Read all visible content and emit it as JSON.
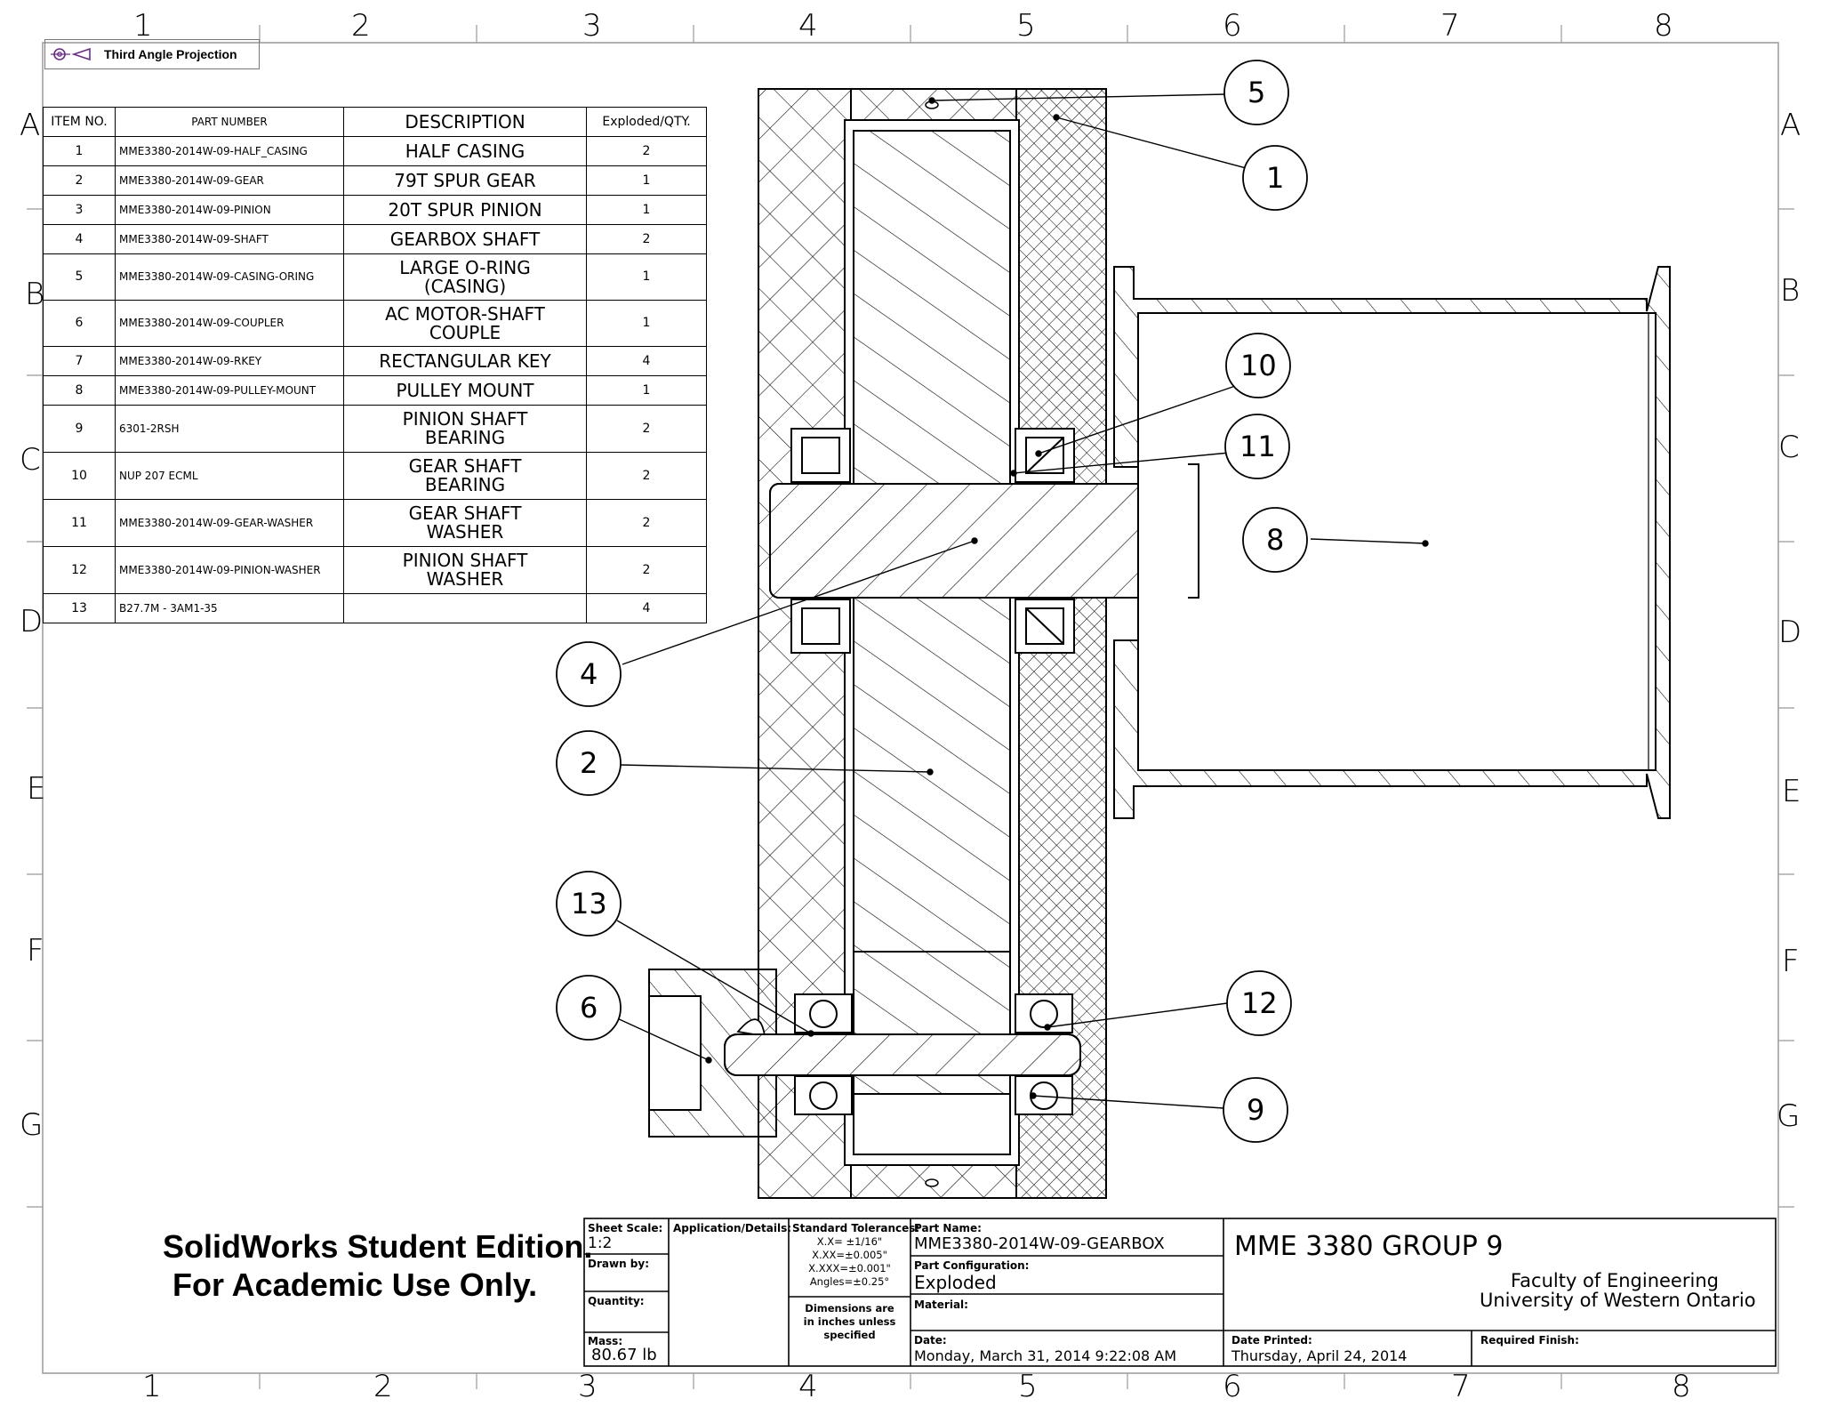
{
  "projection": {
    "label": "Third Angle Projection",
    "symbol_icon": "third-angle-projection-icon"
  },
  "zones": {
    "columns_top": [
      "1",
      "2",
      "3",
      "4",
      "5",
      "6",
      "7",
      "8"
    ],
    "columns_bottom": [
      "1",
      "2",
      "3",
      "4",
      "5",
      "6",
      "7",
      "8"
    ],
    "rows_left": [
      "A",
      "B",
      "C",
      "D",
      "E",
      "F",
      "G"
    ],
    "rows_right": [
      "A",
      "B",
      "C",
      "D",
      "E",
      "F",
      "G"
    ]
  },
  "bom": {
    "headers": [
      "ITEM NO.",
      "PART NUMBER",
      "DESCRIPTION",
      "Exploded/QTY."
    ],
    "rows": [
      {
        "item": "1",
        "part": "MME3380-2014W-09-HALF_CASING",
        "desc": "HALF CASING",
        "qty": "2"
      },
      {
        "item": "2",
        "part": "MME3380-2014W-09-GEAR",
        "desc": "79T SPUR GEAR",
        "qty": "1"
      },
      {
        "item": "3",
        "part": "MME3380-2014W-09-PINION",
        "desc": "20T SPUR PINION",
        "qty": "1"
      },
      {
        "item": "4",
        "part": "MME3380-2014W-09-SHAFT",
        "desc": "GEARBOX SHAFT",
        "qty": "2"
      },
      {
        "item": "5",
        "part": "MME3380-2014W-09-CASING-ORING",
        "desc": "LARGE O-RING (CASING)",
        "qty": "1"
      },
      {
        "item": "6",
        "part": "MME3380-2014W-09-COUPLER",
        "desc": "AC MOTOR-SHAFT COUPLE",
        "qty": "1"
      },
      {
        "item": "7",
        "part": "MME3380-2014W-09-RKEY",
        "desc": "RECTANGULAR KEY",
        "qty": "4"
      },
      {
        "item": "8",
        "part": "MME3380-2014W-09-PULLEY-MOUNT",
        "desc": "PULLEY MOUNT",
        "qty": "1"
      },
      {
        "item": "9",
        "part": "6301-2RSH",
        "desc": "PINION SHAFT BEARING",
        "qty": "2"
      },
      {
        "item": "10",
        "part": "NUP 207 ECML",
        "desc": "GEAR SHAFT BEARING",
        "qty": "2"
      },
      {
        "item": "11",
        "part": "MME3380-2014W-09-GEAR-WASHER",
        "desc": "GEAR SHAFT WASHER",
        "qty": "2"
      },
      {
        "item": "12",
        "part": "MME3380-2014W-09-PINION-WASHER",
        "desc": "PINION SHAFT WASHER",
        "qty": "2"
      },
      {
        "item": "13",
        "part": "B27.7M - 3AM1-35",
        "desc": "",
        "qty": "4"
      }
    ]
  },
  "balloons": {
    "b1": "1",
    "b2": "2",
    "b4": "4",
    "b5": "5",
    "b6": "6",
    "b8": "8",
    "b9": "9",
    "b10": "10",
    "b11": "11",
    "b12": "12",
    "b13": "13"
  },
  "watermark": {
    "line1": "SolidWorks Student Edition.",
    "line2": "For Academic Use Only."
  },
  "title_block": {
    "sheet_scale_label": "Sheet Scale:",
    "sheet_scale": "1:2",
    "drawn_by_label": "Drawn by:",
    "quantity_label": "Quantity:",
    "mass_label": "Mass:",
    "mass": "80.67 lb",
    "application_label": "Application/Details:",
    "std_tol_label": "Standard Tolerances:",
    "tol1": "X.X= ±1/16\"",
    "tol2": "X.XX=±0.005\"",
    "tol3": "X.XXX=±0.001\"",
    "tol4": "Angles=±0.25°",
    "dims_note1": "Dimensions are",
    "dims_note2": "in inches unless",
    "dims_note3": "specified",
    "part_name_label": "Part Name:",
    "part_name": "MME3380-2014W-09-GEARBOX",
    "part_config_label": "Part Configuration:",
    "part_config": "Exploded",
    "material_label": "Material:",
    "date_label": "Date:",
    "date": "Monday, March 31, 2014 9:22:08 AM",
    "group": "MME 3380 GROUP 9",
    "faculty": "Faculty of Engineering",
    "university": "University of Western Ontario",
    "date_printed_label": "Date Printed:",
    "date_printed": "Thursday, April 24, 2014",
    "required_finish_label": "Required Finish:"
  }
}
